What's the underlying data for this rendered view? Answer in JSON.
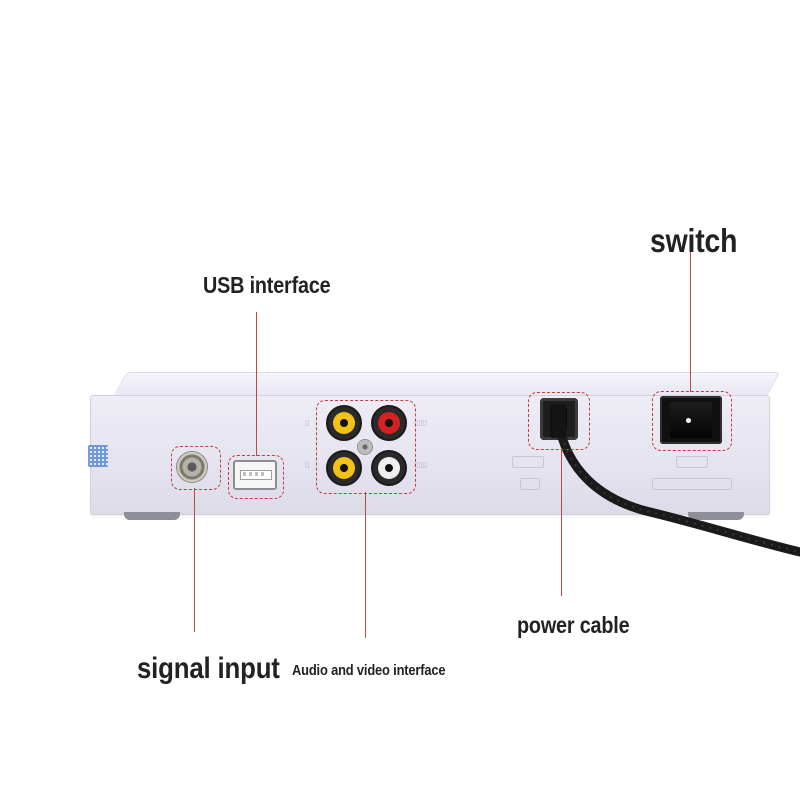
{
  "labels": {
    "switch": "switch",
    "usb": "USB interface",
    "power": "power cable",
    "signal": "signal input",
    "av": "Audio and video interface"
  },
  "colors": {
    "leader_line": "#b84a4a",
    "highlight_dash": "#c43c3c",
    "device_body": "#e7e6f2",
    "label_text": "#222222"
  }
}
